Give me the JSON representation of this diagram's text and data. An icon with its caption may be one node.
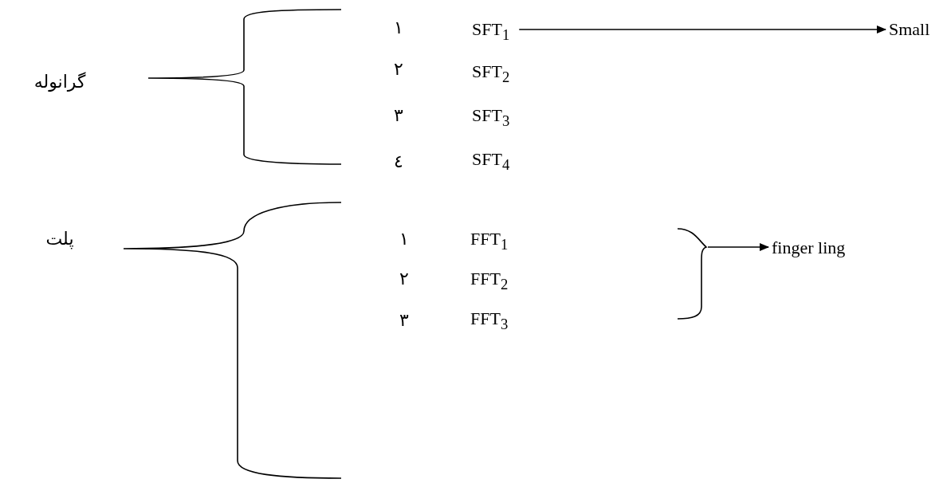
{
  "diagram": {
    "nodes": [
      {
        "text": [
          "SFT$_{1}$"
        ]
      },
      {
        "text": [
          "Small"
        ]
      },
      {
        "text": [
          "FFT$_{1}$"
        ]
      },
      {
        "text": [
          "FFT$_{2}$"
        ]
      },
      {
        "text": [
          "FFT$_{3}$"
        ]
      },
      {
        "text": [],
        "shape": "brace"
      },
      {
        "text": [
          "finger ling"
        ]
      }
    ],
    "edges": [
      {
        "from": 0,
        "to": 1,
        "arrow": "to"
      },
      {
        "from": 5,
        "to": 6,
        "arrow": "to"
      }
    ],
    "labels": [
      "گرانوله",
      "١",
      "٢",
      "٣",
      "٤",
      "SFT$_{2}$",
      "SFT$_{3}$",
      "SFT$_{4}$",
      "پلت",
      "١",
      "٢",
      "٣"
    ]
  }
}
